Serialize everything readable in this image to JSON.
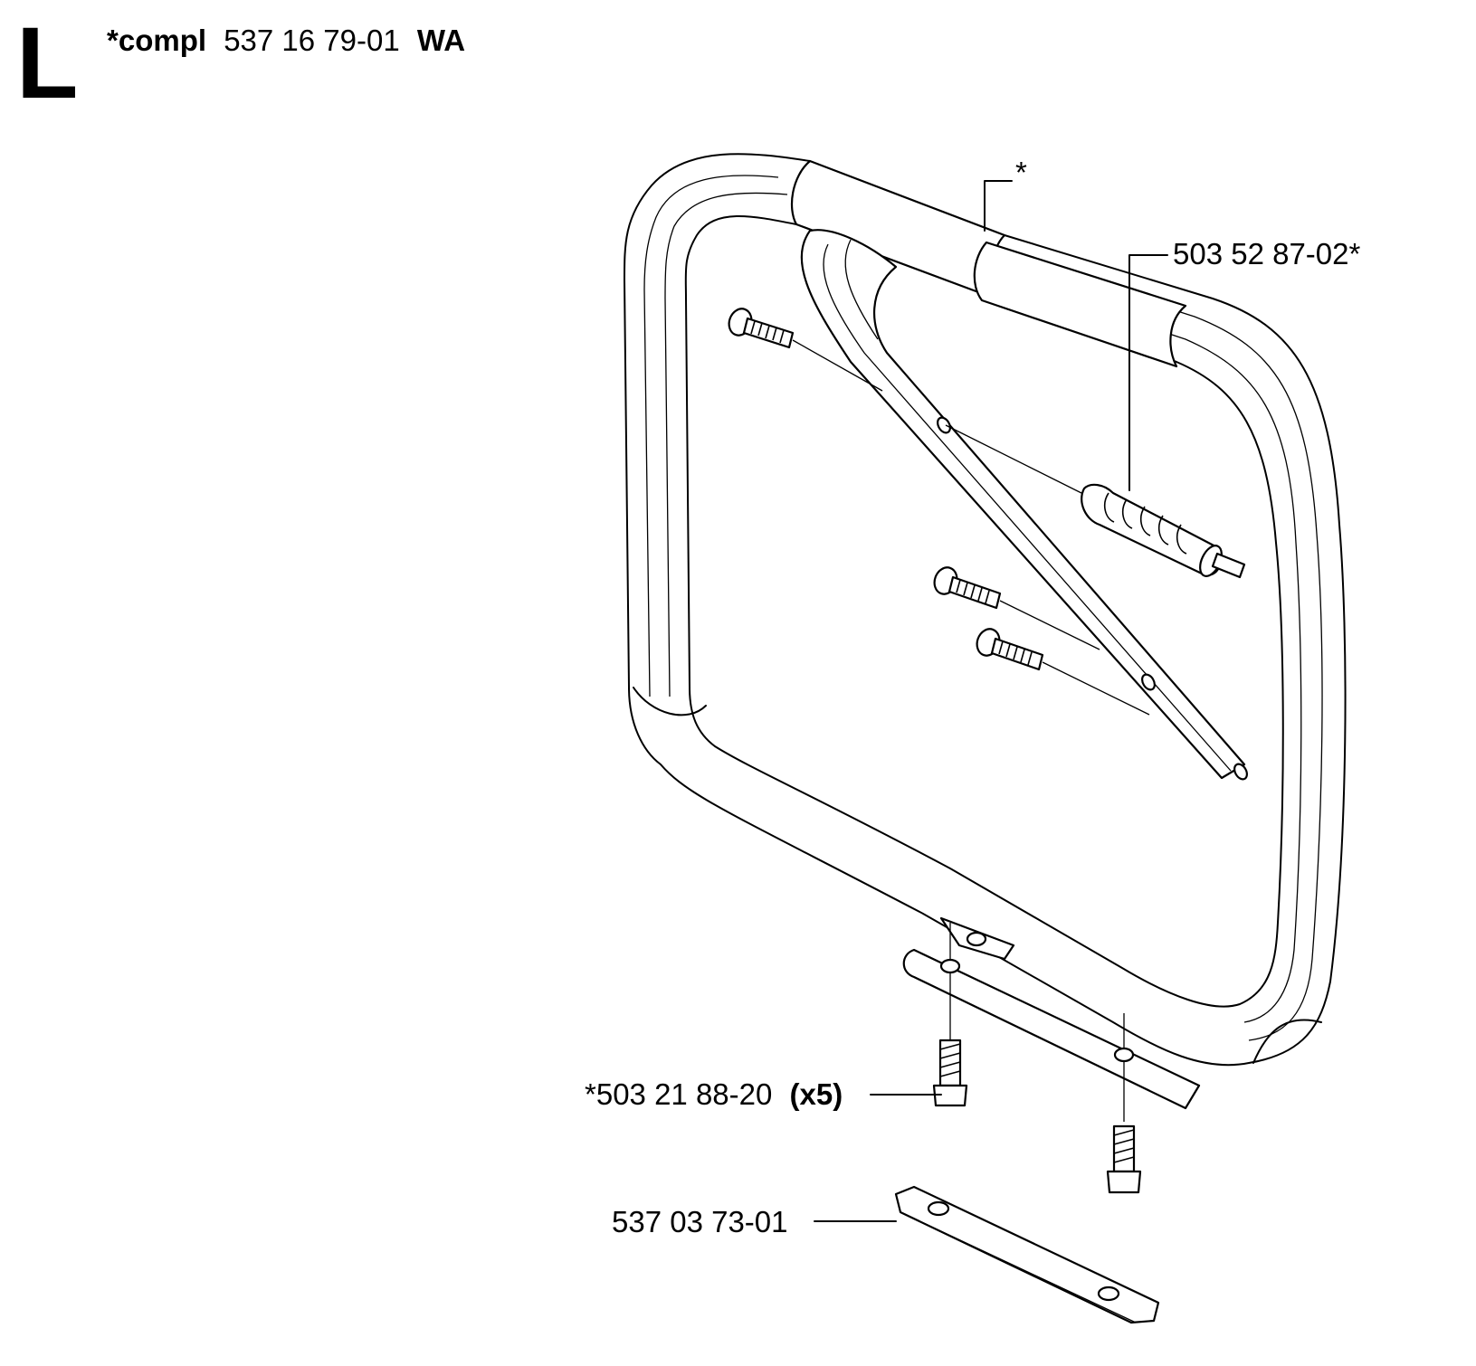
{
  "section_letter": "L",
  "header": {
    "prefix": "*compl",
    "part_number": "537 16 79-01",
    "suffix": "WA"
  },
  "callouts": {
    "handle_grip": "*",
    "vibration_element": "503 52 87-02*",
    "screw": "*503 21 88-20",
    "screw_qty": "(x5)",
    "plate": "537 03 73-01"
  }
}
